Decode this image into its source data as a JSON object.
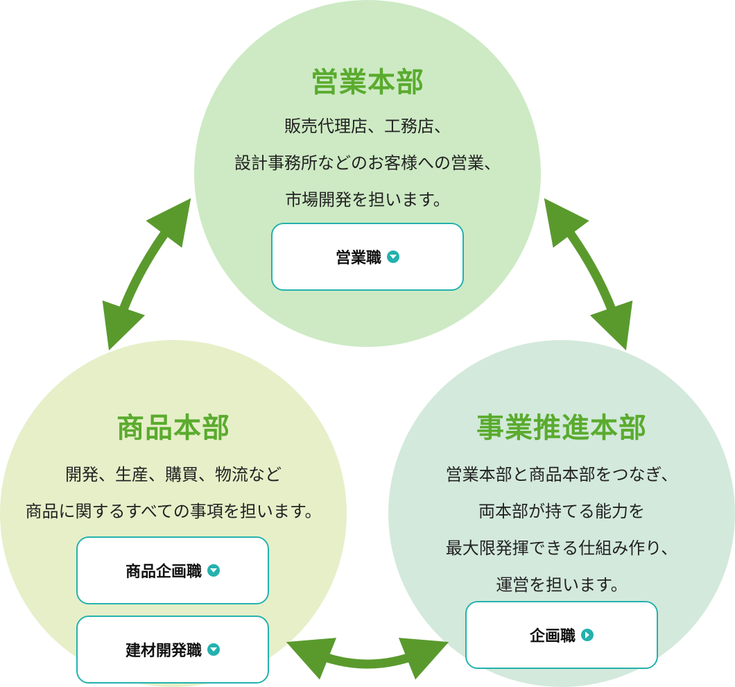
{
  "colors": {
    "sales_bg": "#cdeac4",
    "product_bg": "#e6efc8",
    "biz_bg": "#d3e9dc",
    "title_green": "#5aab2e",
    "arrow_green": "#5a9a2d",
    "button_accent": "#24b1ad"
  },
  "sales": {
    "title": "営業本部",
    "desc": [
      "販売代理店、工務店、",
      "設計事務所などのお客様への営業、",
      "市場開発を担います。"
    ],
    "buttons": [
      {
        "label": "営業職",
        "icon": "chevron-down-icon"
      }
    ]
  },
  "product": {
    "title": "商品本部",
    "desc": [
      "開発、生産、購買、物流など",
      "商品に関するすべての事項を担います。"
    ],
    "buttons": [
      {
        "label": "商品企画職",
        "icon": "chevron-down-icon"
      },
      {
        "label": "建材開発職",
        "icon": "chevron-down-icon"
      }
    ]
  },
  "biz": {
    "title": "事業推進本部",
    "desc": [
      "営業本部と商品本部をつなぎ、",
      "両本部が持てる能力を",
      "最大限発揮できる仕組み作り、",
      "運営を担います。"
    ],
    "buttons": [
      {
        "label": "企画職",
        "icon": "chevron-right-icon"
      }
    ]
  }
}
